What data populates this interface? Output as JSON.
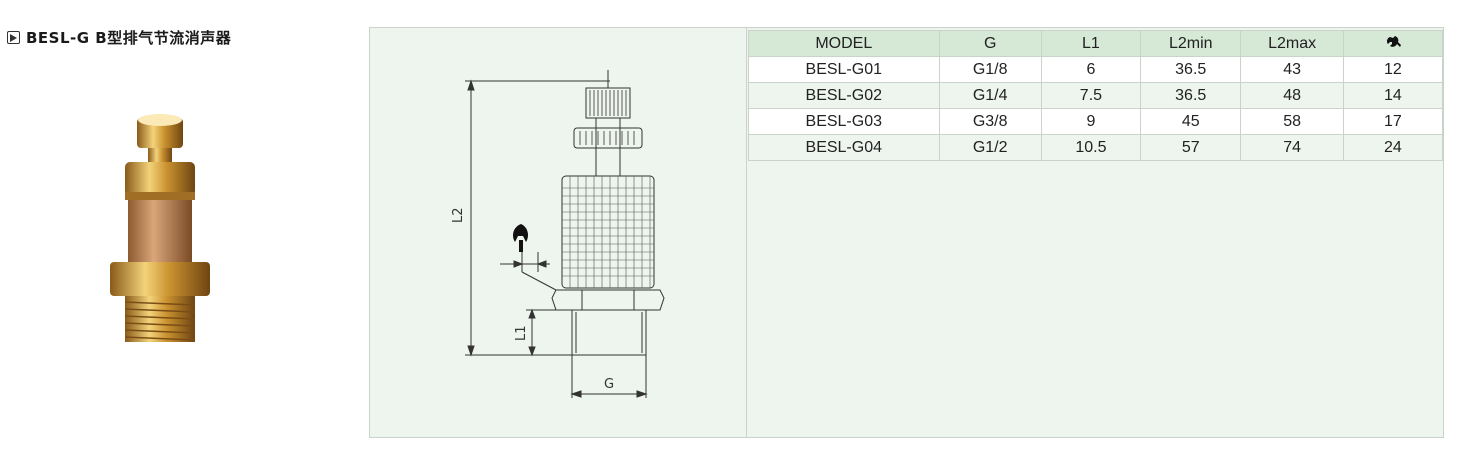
{
  "title": "BESL-G B型排气节流消声器",
  "drawing": {
    "labels": {
      "l2": "L2",
      "l1": "L1",
      "g": "G"
    }
  },
  "table": {
    "headers": [
      "MODEL",
      "G",
      "L1",
      "L2min",
      "L2max"
    ],
    "wrench_icon": "wrench-icon",
    "rows": [
      [
        "BESL-G01",
        "G1/8",
        "6",
        "36.5",
        "43",
        "12"
      ],
      [
        "BESL-G02",
        "G1/4",
        "7.5",
        "36.5",
        "48",
        "14"
      ],
      [
        "BESL-G03",
        "G3/8",
        "9",
        "45",
        "58",
        "17"
      ],
      [
        "BESL-G04",
        "G1/2",
        "10.5",
        "57",
        "74",
        "24"
      ]
    ]
  }
}
